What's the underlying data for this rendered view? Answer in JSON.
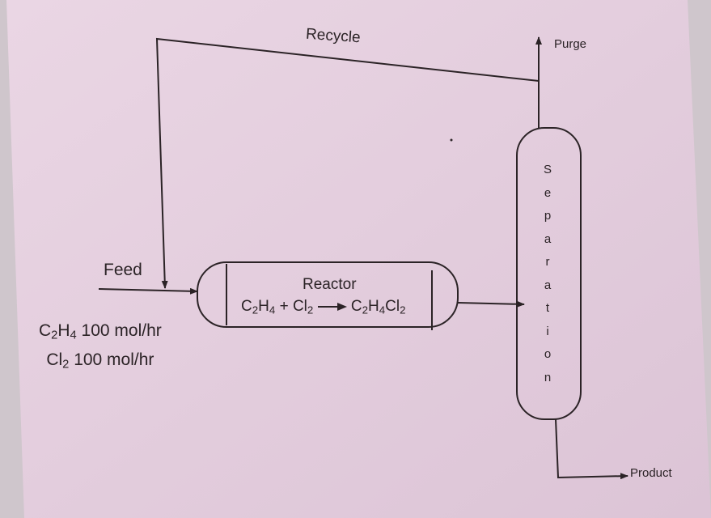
{
  "colors": {
    "paper": "#e6cfe0",
    "ink": "#2b2326",
    "background": "#cfc6cc"
  },
  "labels": {
    "recycle": "Recycle",
    "purge": "Purge",
    "feed": "Feed",
    "reactor": "Reactor",
    "product": "Product",
    "separation_letters": [
      "S",
      "e",
      "p",
      "a",
      "r",
      "a",
      "t",
      "i",
      "o",
      "n"
    ]
  },
  "feed_composition": [
    {
      "species": "C",
      "sub1": "2",
      "mid": "H",
      "sub2": "4",
      "amount": "100 mol/hr"
    },
    {
      "species": "Cl",
      "sub1": "2",
      "mid": "",
      "sub2": "",
      "amount": "100 mol/hr"
    }
  ],
  "reaction": {
    "reactant1": {
      "a": "C",
      "s1": "2",
      "b": "H",
      "s2": "4"
    },
    "plus": "+",
    "reactant2": {
      "a": "Cl",
      "s1": "2"
    },
    "product": {
      "a": "C",
      "s1": "2",
      "b": "H",
      "s2": "4",
      "c": "Cl",
      "s3": "2"
    }
  }
}
